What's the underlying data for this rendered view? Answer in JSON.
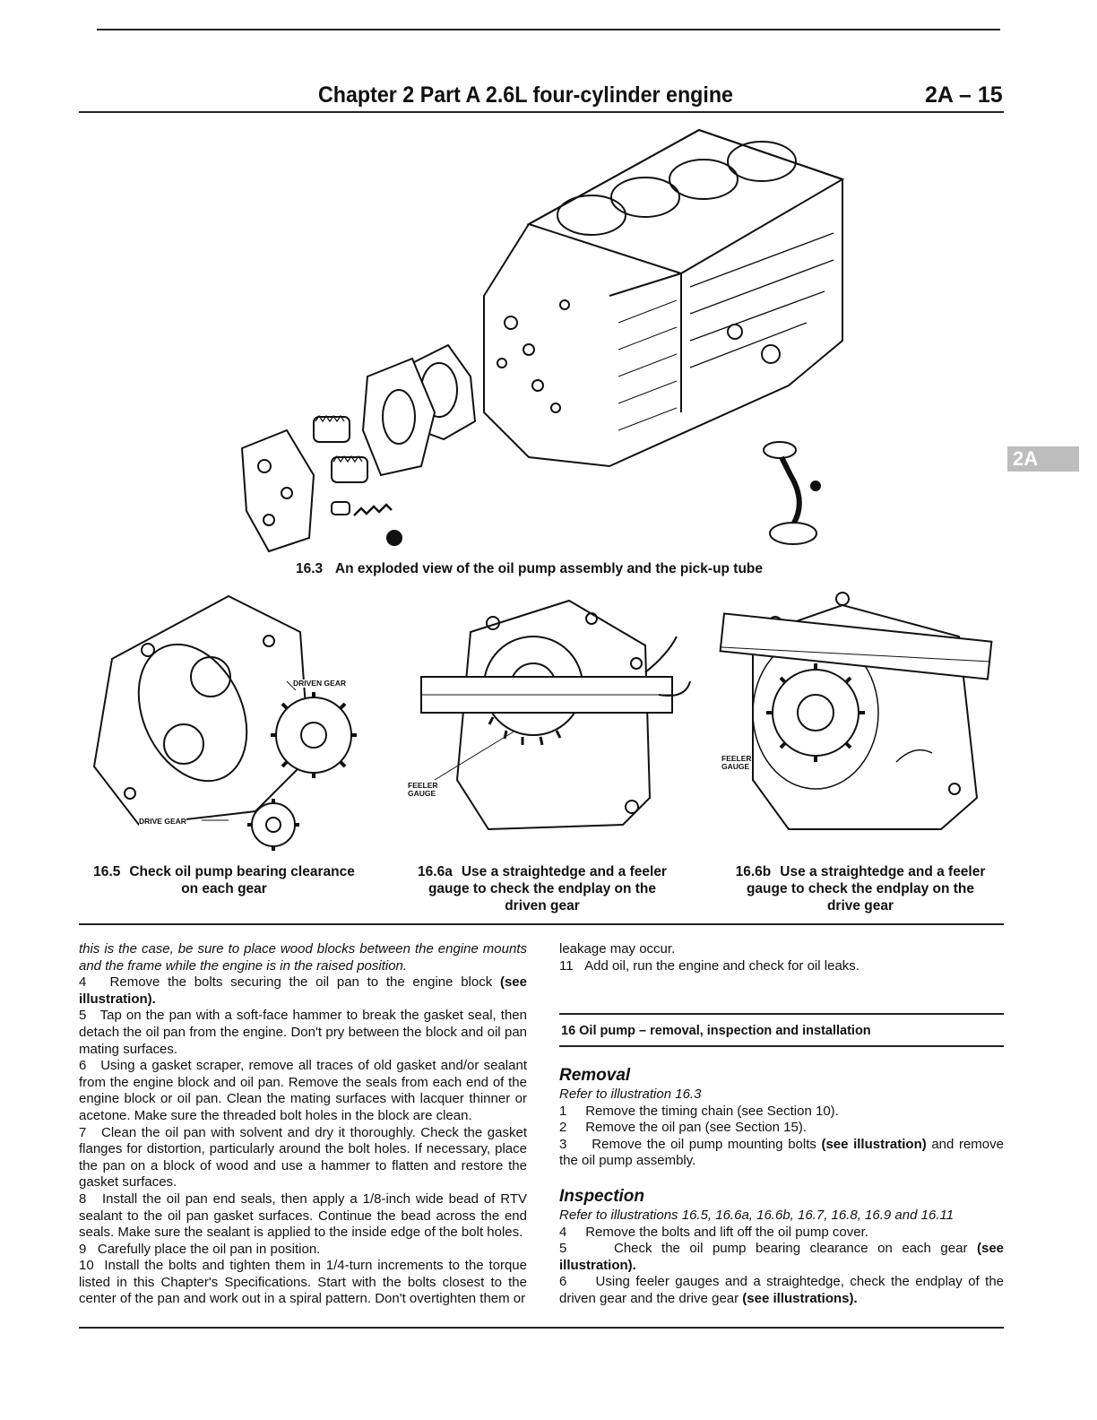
{
  "header": {
    "title": "Chapter 2 Part A  2.6L four-cylinder engine",
    "page": "2A – 15",
    "side_tab": "2A"
  },
  "figures": {
    "fig_16_3": {
      "num": "16.3",
      "caption": "An exploded view of the oil pump assembly and the pick-up tube"
    },
    "fig_16_5": {
      "num": "16.5",
      "caption_l1": "Check oil pump bearing clearance",
      "caption_l2": "on each gear",
      "label_driven": "DRIVEN GEAR",
      "label_drive": "DRIVE GEAR"
    },
    "fig_16_6a": {
      "num": "16.6a",
      "caption_l1": "Use a straightedge and a feeler",
      "caption_l2": "gauge to check the endplay on the",
      "caption_l3": "driven gear",
      "label_feeler": "FEELER",
      "label_gauge": "GAUGE"
    },
    "fig_16_6b": {
      "num": "16.6b",
      "caption_l1": "Use a straightedge and a feeler",
      "caption_l2": "gauge to check the endplay on the",
      "caption_l3": "drive gear",
      "label_feeler": "FEELER",
      "label_gauge": "GAUGE"
    }
  },
  "left_column": {
    "p_intro": "this is the case, be sure to place wood blocks between the engine mounts and the frame while the engine is in the raised position.",
    "s4_num": "4",
    "s4_text": "Remove the bolts securing the oil pan to the engine block ",
    "s4_ref": "(see illustration).",
    "s5_num": "5",
    "s5_text": "Tap on the pan with a soft-face hammer to break the gasket seal, then detach the oil pan from the engine. Don't pry between the block and oil pan mating surfaces.",
    "s6_num": "6",
    "s6_text": "Using a gasket scraper, remove all traces of old gasket and/or sealant from the engine block and oil pan. Remove the seals from each end of the engine block or oil pan. Clean the mating surfaces with lacquer thinner or acetone. Make sure the threaded bolt holes in the block are clean.",
    "s7_num": "7",
    "s7_text": "Clean the oil pan with solvent and dry it thoroughly. Check the gasket flanges for distortion, particularly around the bolt holes. If necessary, place the pan on a block of wood and use a hammer to flatten and restore the gasket surfaces.",
    "s8_num": "8",
    "s8_text": "Install the oil pan end seals, then apply a 1/8-inch wide bead of RTV sealant to the oil pan gasket surfaces. Continue the bead across the end seals. Make sure the sealant is applied to the inside edge of the bolt holes.",
    "s9_num": "9",
    "s9_text": "Carefully place the oil pan in position.",
    "s10_num": "10",
    "s10_text": "Install the bolts and tighten them in 1/4-turn increments to the torque listed in this Chapter's Specifications. Start with the bolts closest to the center of the pan and work out in a spiral pattern. Don't overtighten them or"
  },
  "right_column": {
    "p_cont": "leakage may occur.",
    "s11_num": "11",
    "s11_text": "Add oil, run the engine and check for oil leaks.",
    "section_title": "16  Oil pump – removal, inspection and installation",
    "removal_head": "Removal",
    "removal_ref": "Refer to illustration 16.3",
    "r1_num": "1",
    "r1_text": "Remove the timing chain (see Section 10).",
    "r2_num": "2",
    "r2_text": "Remove the oil pan (see Section 15).",
    "r3_num": "3",
    "r3_text": "Remove the oil pump mounting bolts ",
    "r3_ref": "(see illustration)",
    "r3_tail": " and remove the oil pump assembly.",
    "inspection_head": "Inspection",
    "inspection_ref": "Refer to illustrations 16.5, 16.6a, 16.6b, 16.7, 16.8, 16.9 and 16.11",
    "i4_num": "4",
    "i4_text": "Remove the bolts and lift off the oil pump cover.",
    "i5_num": "5",
    "i5_text": "Check the oil pump bearing clearance on each gear ",
    "i5_ref": "(see illustration).",
    "i6_num": "6",
    "i6_text": "Using feeler gauges and a straightedge, check the endplay of the driven gear and the drive gear ",
    "i6_ref": "(see illustrations)."
  }
}
